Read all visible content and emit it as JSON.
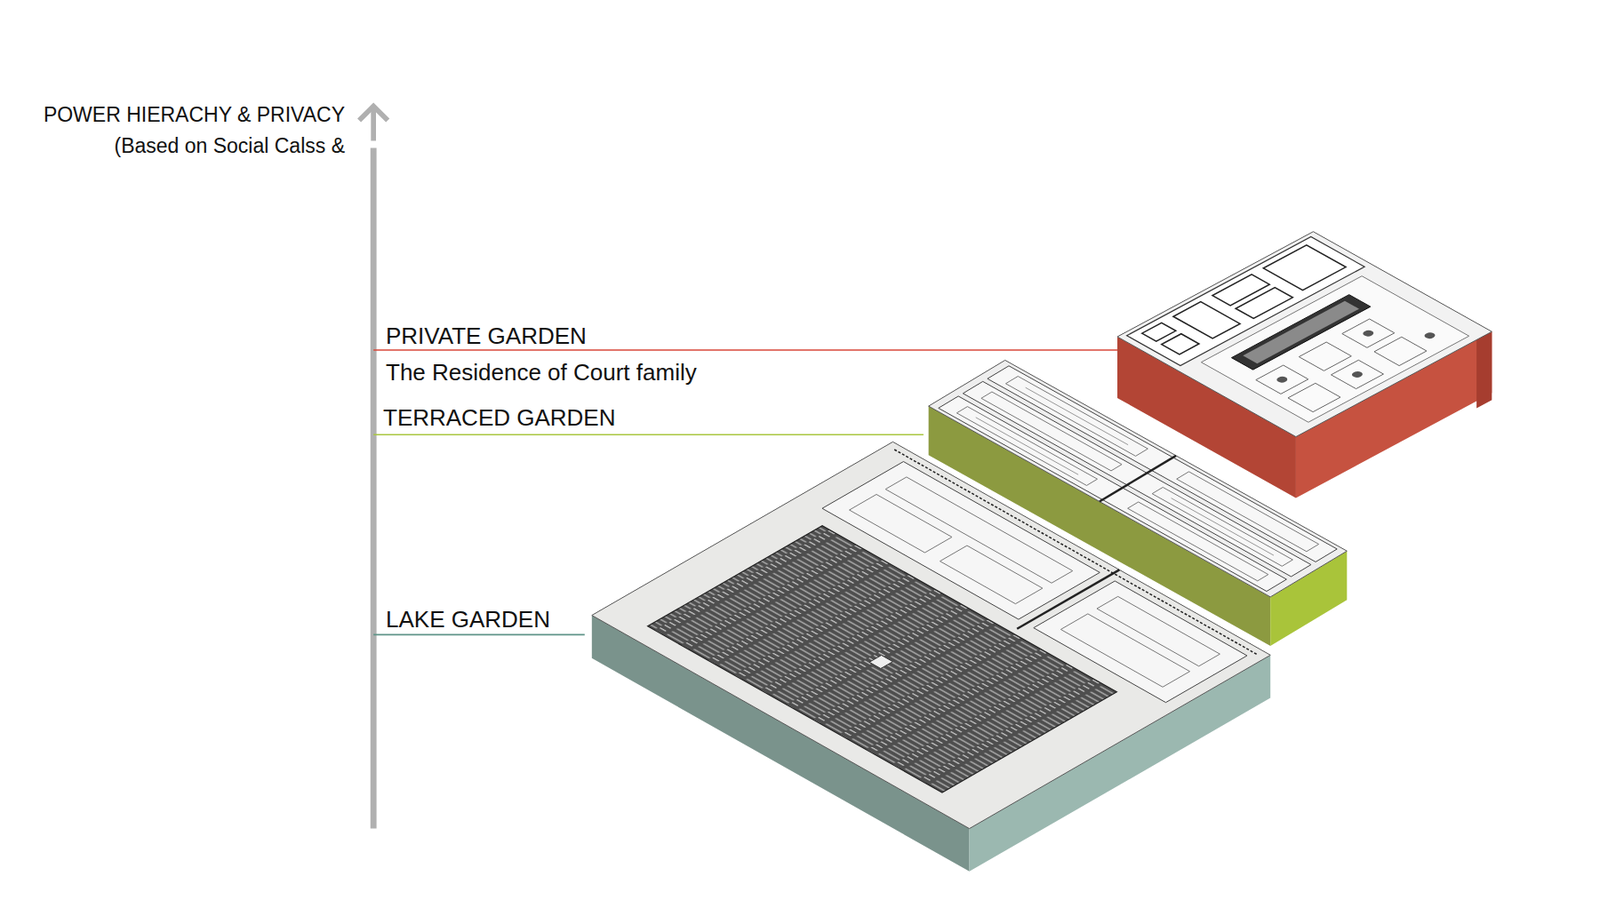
{
  "diagram": {
    "labels": [
      "POWER HIERACHY & PRIVACY",
      "(Based on Social Calss &",
      "PRIVATE GARDEN",
      "The Residence of Court family",
      "TERRACED GARDEN",
      "LAKE GARDEN"
    ]
  }
}
